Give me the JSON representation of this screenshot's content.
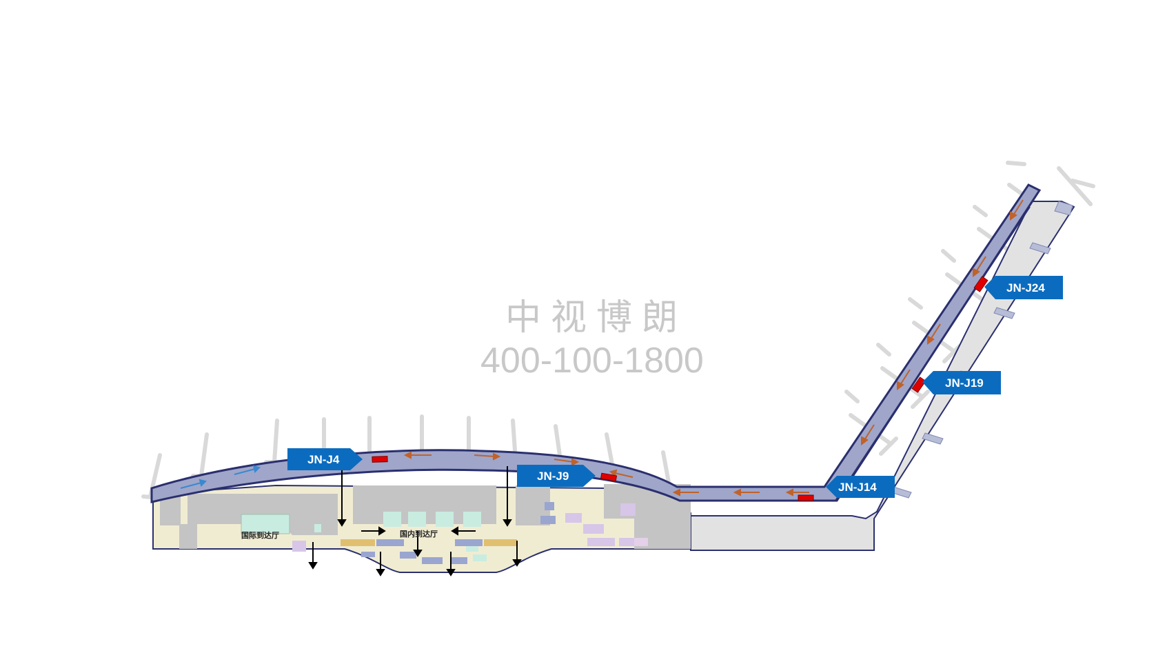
{
  "watermark": {
    "company": "中视博朗",
    "phone": "400-100-1800"
  },
  "halls": {
    "international": "国际到达厅",
    "domestic": "国内到达厅"
  },
  "markers": [
    {
      "id": "JN-J4",
      "label": "JN-J4"
    },
    {
      "id": "JN-J9",
      "label": "JN-J9"
    },
    {
      "id": "JN-J14",
      "label": "JN-J14"
    },
    {
      "id": "JN-J19",
      "label": "JN-J19"
    },
    {
      "id": "JN-J24",
      "label": "JN-J24"
    }
  ],
  "colors": {
    "corridor": "#9fa6c9",
    "outline": "#2a2f6e",
    "marker_tag": "#0b6cbf",
    "ad_position": "#e00000",
    "flow_arrow": "#c0622a",
    "flow_arrow_blue": "#3a88d0",
    "hall_floor": "#f0ecd2",
    "gray_area": "#c4c4c4",
    "pier_floor": "#e2e2e2",
    "jet_bridge": "#d8d8d8"
  }
}
